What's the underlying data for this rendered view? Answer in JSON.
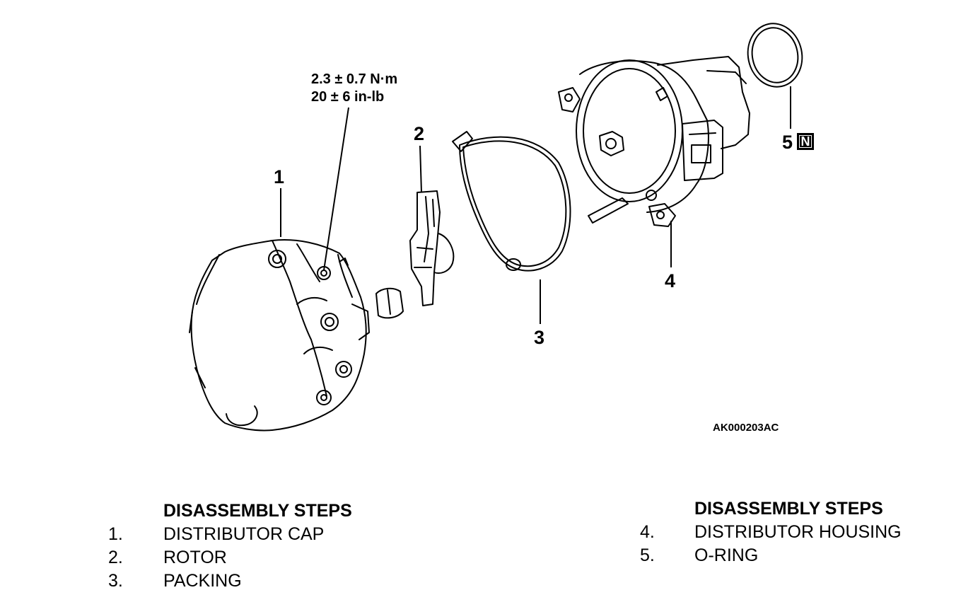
{
  "torque_spec": {
    "metric": "2.3 ± 0.7  N·m",
    "imperial": "20 ± 6 in-lb"
  },
  "callouts": [
    "1",
    "2",
    "3",
    "4",
    "5"
  ],
  "new_part_badge": "N",
  "reference_code": "AK000203AC",
  "steps_left": {
    "heading": "DISASSEMBLY STEPS",
    "items": [
      {
        "num": "1.",
        "name": "DISTRIBUTOR CAP"
      },
      {
        "num": "2.",
        "name": "ROTOR"
      },
      {
        "num": "3.",
        "name": "PACKING"
      }
    ]
  },
  "steps_right": {
    "heading": "DISASSEMBLY STEPS",
    "items": [
      {
        "num": "4.",
        "name": "DISTRIBUTOR HOUSING"
      },
      {
        "num": "5.",
        "name": "O-RING"
      }
    ]
  }
}
